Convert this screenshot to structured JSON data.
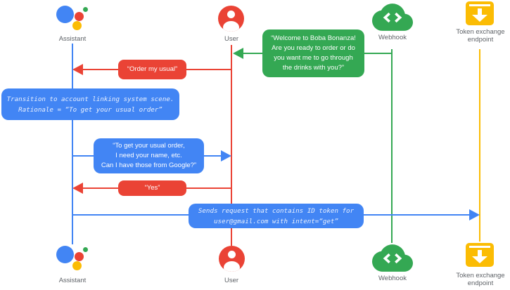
{
  "actors": {
    "assistant": {
      "label": "Assistant",
      "color": "#4285f4"
    },
    "user": {
      "label": "User",
      "color": "#ea4335"
    },
    "webhook": {
      "label": "Webhook",
      "color": "#34a853"
    },
    "token_endpoint": {
      "label": "Token exchange endpoint",
      "color": "#fbbc04"
    }
  },
  "messages": {
    "welcome": {
      "from": "Webhook",
      "to": "User",
      "color": "#34a853",
      "text": "“Welcome to Boba Bonanza!\nAre you ready to order or do\nyou want me to go through\nthe drinks with you?”"
    },
    "order_usual": {
      "from": "User",
      "to": "Assistant",
      "color": "#ea4335",
      "text": "“Order my usual”"
    },
    "transition_note": {
      "attached_to": "Assistant",
      "color": "#4285f4",
      "text": "Transition to account linking system scene.\nRationale = “To get your usual order”"
    },
    "ask_google": {
      "from": "Assistant",
      "to": "User",
      "color": "#4285f4",
      "text": "“To get your usual order,\nI need your name, etc.\nCan I have those from Google?”"
    },
    "yes": {
      "from": "User",
      "to": "Assistant",
      "color": "#ea4335",
      "text": "“Yes”"
    },
    "sends_request": {
      "from": "Assistant",
      "to": "Token exchange endpoint",
      "color": "#4285f4",
      "text": "Sends request that contains ID token for\nuser@gmail.com with intent=“get”"
    }
  },
  "colors": {
    "blue": "#4285f4",
    "red": "#ea4335",
    "green": "#34a853",
    "yellow": "#fbbc04",
    "label_gray": "#5f6368",
    "note_text": "#e8f0fe",
    "background": "#ffffff"
  }
}
